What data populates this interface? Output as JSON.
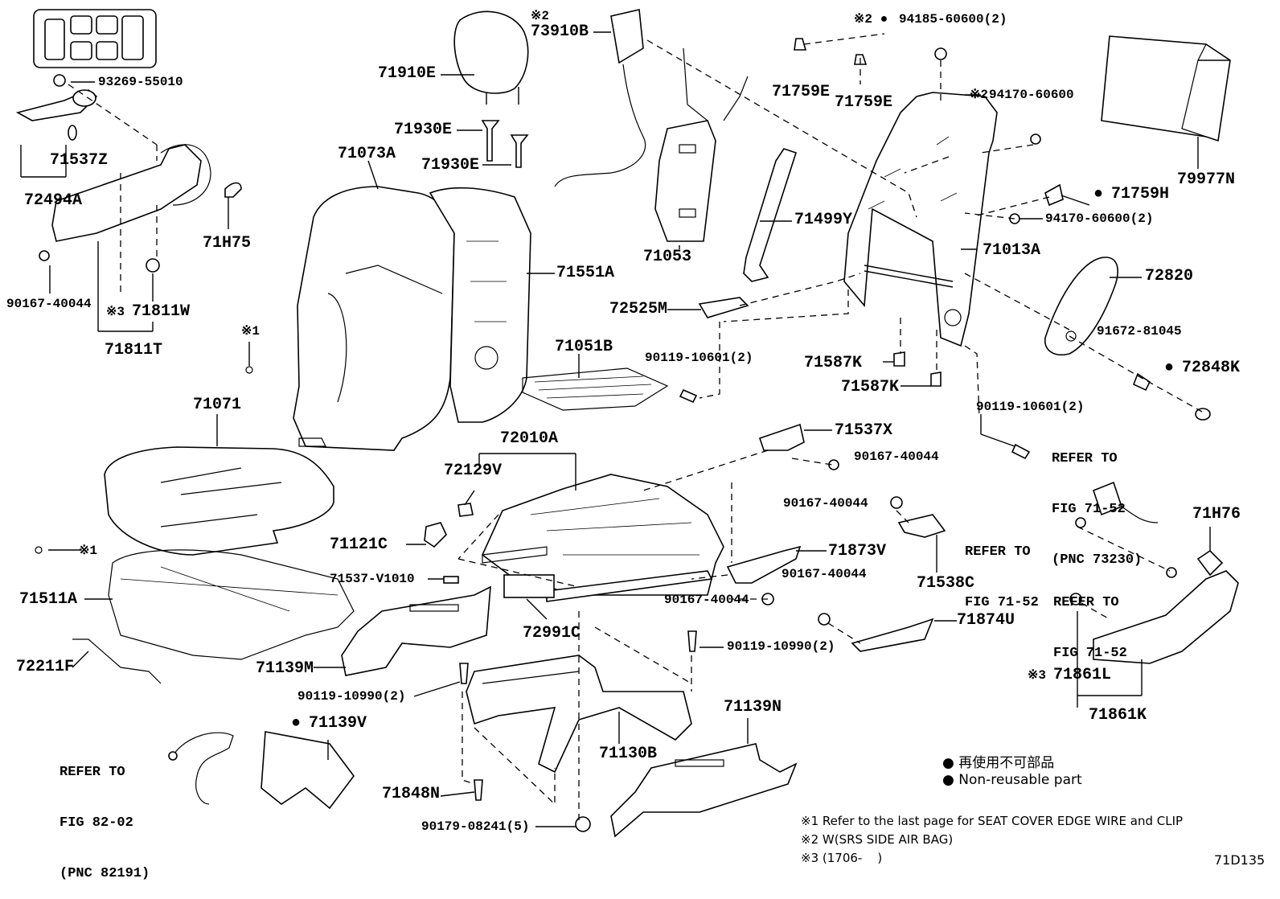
{
  "labels": [
    {
      "id": "73910B",
      "text": "73910B",
      "prefix": "※2"
    },
    {
      "id": "93269",
      "text": "93269-55010"
    },
    {
      "id": "71910E",
      "text": "71910E"
    },
    {
      "id": "71930E_1",
      "text": "71930E"
    },
    {
      "id": "71930E_2",
      "text": "71930E"
    },
    {
      "id": "71537Z",
      "text": "71537Z"
    },
    {
      "id": "72494A",
      "text": "72494A"
    },
    {
      "id": "71H75",
      "text": "71H75"
    },
    {
      "id": "90167_a",
      "text": "90167-40044"
    },
    {
      "id": "71811W",
      "text": "71811W",
      "prefix": "※3"
    },
    {
      "id": "71811T",
      "text": "71811T"
    },
    {
      "id": "71073A",
      "text": "71073A"
    },
    {
      "id": "71551A",
      "text": "71551A"
    },
    {
      "id": "71053",
      "text": "71053"
    },
    {
      "id": "71499Y",
      "text": "71499Y"
    },
    {
      "id": "72525M",
      "text": "72525M"
    },
    {
      "id": "71051B",
      "text": "71051B"
    },
    {
      "id": "90119_a",
      "text": "90119-10601(2)"
    },
    {
      "id": "94185",
      "text": "94185-60600(2)",
      "prefix": "※2 ●"
    },
    {
      "id": "71759E_1",
      "text": "71759E"
    },
    {
      "id": "71759E_2",
      "text": "71759E"
    },
    {
      "id": "94170_a",
      "text": "94170-60600",
      "prefix": "※2"
    },
    {
      "id": "71759H",
      "text": "71759H",
      "prefix": "●"
    },
    {
      "id": "94170_b",
      "text": "94170-60600(2)"
    },
    {
      "id": "71013A",
      "text": "71013A"
    },
    {
      "id": "79977N",
      "text": "79977N"
    },
    {
      "id": "72820",
      "text": "72820"
    },
    {
      "id": "91672",
      "text": "91672-81045"
    },
    {
      "id": "72848K",
      "text": "72848K",
      "prefix": "●"
    },
    {
      "id": "71587K_1",
      "text": "71587K"
    },
    {
      "id": "71587K_2",
      "text": "71587K"
    },
    {
      "id": "90119_b",
      "text": "90119-10601(2)"
    },
    {
      "id": "x1_a",
      "text": "※1"
    },
    {
      "id": "71071",
      "text": "71071"
    },
    {
      "id": "x1_b",
      "text": "※1"
    },
    {
      "id": "72010A",
      "text": "72010A"
    },
    {
      "id": "72129V",
      "text": "72129V"
    },
    {
      "id": "71537X",
      "text": "71537X"
    },
    {
      "id": "90167_b",
      "text": "90167-40044"
    },
    {
      "id": "90167_c",
      "text": "90167-40044"
    },
    {
      "id": "71121C",
      "text": "71121C"
    },
    {
      "id": "71511A",
      "text": "71511A"
    },
    {
      "id": "71537V",
      "text": "71537-V1010"
    },
    {
      "id": "71873V",
      "text": "71873V"
    },
    {
      "id": "71538C",
      "text": "71538C"
    },
    {
      "id": "90167_d",
      "text": "90167-40044"
    },
    {
      "id": "90167_e",
      "text": "90167-40044"
    },
    {
      "id": "72991C",
      "text": "72991C"
    },
    {
      "id": "71874U",
      "text": "71874U"
    },
    {
      "id": "72211F",
      "text": "72211F"
    },
    {
      "id": "71139M",
      "text": "71139M"
    },
    {
      "id": "90119_c",
      "text": "90119-10990(2)"
    },
    {
      "id": "90119_d",
      "text": "90119-10990(2)"
    },
    {
      "id": "71139V",
      "text": "71139V",
      "prefix": "●"
    },
    {
      "id": "71139N",
      "text": "71139N"
    },
    {
      "id": "71130B",
      "text": "71130B"
    },
    {
      "id": "71848N",
      "text": "71848N"
    },
    {
      "id": "90179",
      "text": "90179-08241(5)"
    },
    {
      "id": "71H76",
      "text": "71H76"
    },
    {
      "id": "71861L",
      "text": "71861L",
      "prefix": "※3"
    },
    {
      "id": "71861K",
      "text": "71861K"
    }
  ],
  "refs": [
    {
      "id": "ref_73230",
      "lines": [
        "REFER TO",
        "FIG 71-52",
        "(PNC 73230)"
      ]
    },
    {
      "id": "ref_7152a",
      "lines": [
        "REFER TO",
        "FIG 71-52"
      ]
    },
    {
      "id": "ref_7152b",
      "lines": [
        "REFER TO",
        "FIG 71-52"
      ]
    },
    {
      "id": "ref_82191",
      "lines": [
        "REFER TO",
        "FIG 82-02",
        "(PNC 82191)"
      ]
    }
  ],
  "legend": {
    "jp": "再使用不可部品",
    "en": "Non-reusable part",
    "symbol": "●"
  },
  "notes": [
    "※1 Refer to the last page for SEAT COVER EDGE WIRE and CLIP",
    "※2 W(SRS SIDE AIR BAG)",
    "※3 (1706-    )"
  ],
  "figure_id": "71D135"
}
